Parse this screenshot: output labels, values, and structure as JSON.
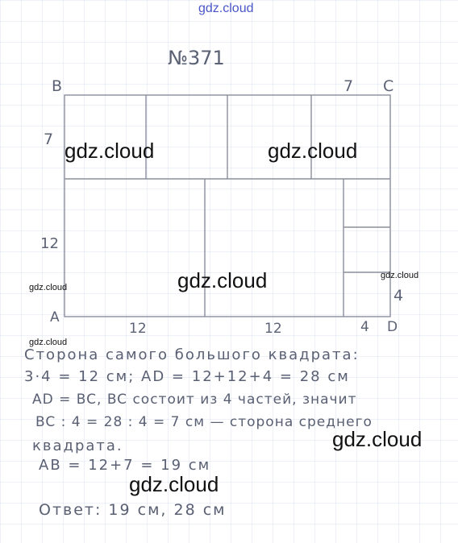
{
  "site_header": "gdz.cloud",
  "problem_number": "№371",
  "figure": {
    "vertex_b": "B",
    "vertex_c": "C",
    "vertex_a": "A",
    "vertex_d": "D",
    "label_top_7": "7",
    "label_left_7": "7",
    "label_left_12": "12",
    "label_right_4": "4",
    "label_bottom_12_a": "12",
    "label_bottom_12_b": "12",
    "label_bottom_4": "4"
  },
  "solution_lines": [
    "Сторона самого большого квадрата:",
    "3·4 = 12 см;  AD = 12+12+4 = 28 см",
    "AD = BC, BC состоит из 4 частей, значит",
    "BC : 4 = 28 : 4 = 7 см — сторона среднего",
    "квадрата.",
    "AB = 12+7 = 19 см",
    "Ответ: 19 см, 28 см"
  ],
  "watermarks": {
    "w1": "gdz.cloud",
    "w2": "gdz.cloud",
    "w3": "gdz.cloud",
    "w4": "gdz.cloud",
    "w5": "gdz.cloud",
    "w6": "gdz.cloud",
    "w7": "gdz.cloud",
    "w8": "gdz.cloud"
  }
}
